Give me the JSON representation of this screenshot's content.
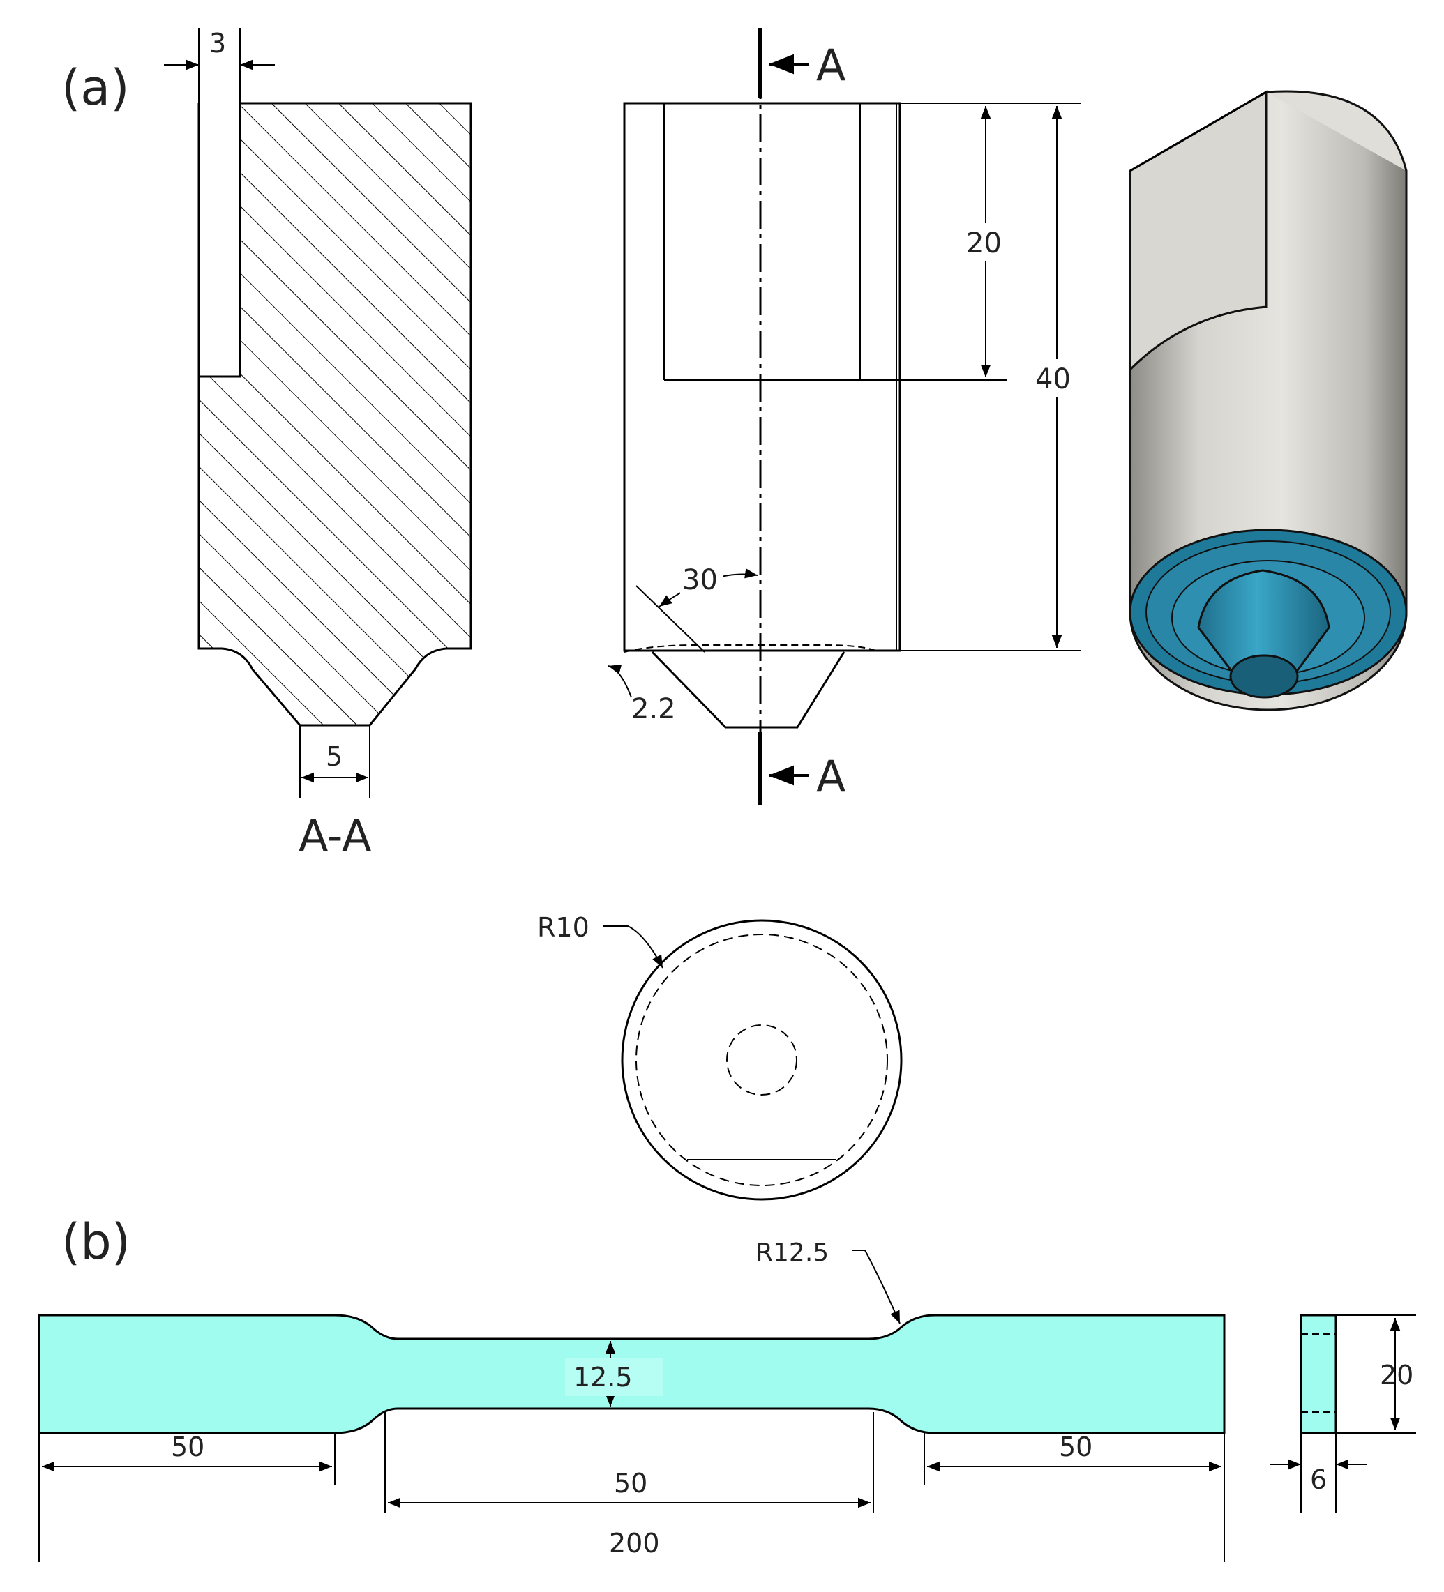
{
  "panels": {
    "a": {
      "label": "(a)"
    },
    "b": {
      "label": "(b)"
    }
  },
  "tool": {
    "section_label": "A-A",
    "section_marker": "A",
    "dims": {
      "slot_width": "3",
      "tip_width": "5",
      "upper_length": "20",
      "total_length": "40",
      "angle": "30",
      "fillet": "2.2",
      "radius": "R10"
    }
  },
  "specimen": {
    "dims": {
      "neck_width": "12.5",
      "fillet_radius": "R12.5",
      "grip_left": "50",
      "gauge": "50",
      "grip_right": "50",
      "total": "200",
      "height": "20",
      "thickness": "6"
    }
  },
  "colors": {
    "specimen_fill": "#9ffcef",
    "cone_blue": "#2e8fb0",
    "cylinder_grey": "#c8c6c0"
  }
}
